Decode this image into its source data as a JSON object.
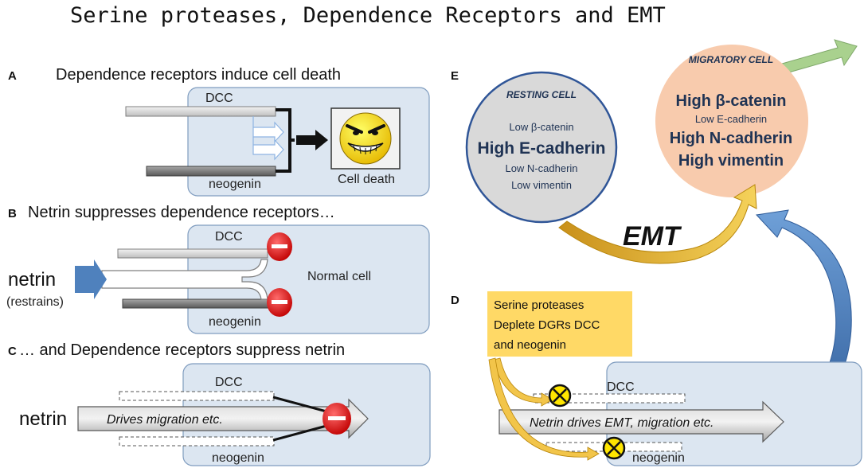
{
  "title": "Serine proteases, Dependence Receptors and EMT",
  "colors": {
    "cell_fill": "#dce6f1",
    "cell_stroke": "#7f9cbf",
    "resting_fill": "#d9d9d9",
    "resting_stroke": "#2f5597",
    "migratory_fill": "#f8cbad",
    "emt_arrow": "#f2c54a",
    "blue_arrow": "#4f81bd",
    "green_arrow": "#a9d18e",
    "inhibit_red": "#e8202a",
    "box_fill": "#ffd966"
  },
  "panel_a": {
    "letter": "A",
    "heading": "Dependence receptors induce cell death",
    "dcc": "DCC",
    "neogenin": "neogenin",
    "outcome": "Cell death",
    "face_icon": "angry-grin-face-icon"
  },
  "panel_b": {
    "letter": "B",
    "heading": "Netrin suppresses dependence receptors…",
    "dcc": "DCC",
    "neogenin": "neogenin",
    "cell_label": "Normal cell",
    "netrin": "netrin",
    "restrains": "(restrains)"
  },
  "panel_c": {
    "letter": "C",
    "heading": "… and Dependence receptors suppress netrin",
    "dcc": "DCC",
    "neogenin": "neogenin",
    "netrin": "netrin",
    "arrow_label": "Drives migration etc."
  },
  "panel_e": {
    "letter": "E",
    "resting": {
      "title": "RESTING CELL",
      "lines": [
        "Low β-catenin",
        "High E-cadherin",
        "Low N-cadherin",
        "Low vimentin"
      ]
    },
    "migratory": {
      "title": "MIGRATORY CELL",
      "lines": [
        "High β-catenin",
        "Low E-cadherin",
        "High N-cadherin",
        "High vimentin"
      ]
    },
    "emt": "EMT"
  },
  "panel_d": {
    "letter": "D",
    "box_lines": [
      "Serine proteases",
      "Deplete DGRs DCC",
      "and neogenin"
    ],
    "dcc": "DCC",
    "neogenin": "neogenin",
    "arrow_label": "Netrin drives EMT, migration etc."
  }
}
